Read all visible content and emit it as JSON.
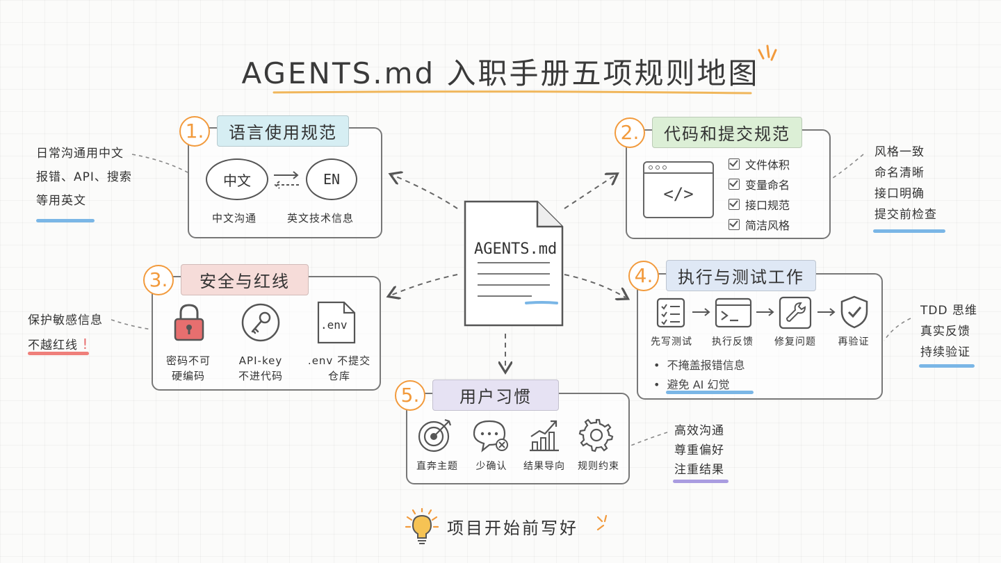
{
  "title": "AGENTS.md 入职手册五项规则地图",
  "center_doc": "AGENTS.md",
  "footer": "项目开始前写好",
  "sections": {
    "s1": {
      "num": "1.",
      "title": "语言使用规范",
      "bubble_left": "中文",
      "bubble_right": "EN",
      "caption_left": "中文沟通",
      "caption_right": "英文技术信息",
      "notes": [
        "日常沟通用中文",
        "报错、API、搜索",
        "等用英文"
      ]
    },
    "s2": {
      "num": "2.",
      "title": "代码和提交规范",
      "code_symbol": "</>",
      "checks": [
        "文件体积",
        "变量命名",
        "接口规范",
        "简洁风格"
      ],
      "notes": [
        "风格一致",
        "命名清晰",
        "接口明确",
        "提交前检查"
      ]
    },
    "s3": {
      "num": "3.",
      "title": "安全与红线",
      "env_label": ".env",
      "captions": [
        [
          "密码不可",
          "硬编码"
        ],
        [
          "API-key",
          "不进代码"
        ],
        [
          ".env 不提交",
          "仓库"
        ]
      ],
      "notes": [
        "保护敏感信息",
        "不越红线"
      ],
      "exclaim": "!"
    },
    "s4": {
      "num": "4.",
      "title": "执行与测试工作",
      "steps": [
        "先写测试",
        "执行反馈",
        "修复问题",
        "再验证"
      ],
      "bullets": [
        "不掩盖报错信息",
        "避免 AI 幻觉"
      ],
      "notes": [
        "TDD 思维",
        "真实反馈",
        "持续验证"
      ]
    },
    "s5": {
      "num": "5.",
      "title": "用户习惯",
      "items": [
        "直奔主题",
        "少确认",
        "结果导向",
        "规则约束"
      ],
      "notes": [
        "高效沟通",
        "尊重偏好",
        "注重结果"
      ]
    }
  },
  "colors": {
    "orange": "#f29a3c",
    "tag1": "#d6eef3",
    "tag2": "#dcefd6",
    "tag3": "#f6dcd9",
    "tag4": "#dfe8f5",
    "tag5": "#e6e2f3",
    "blue_mark": "#7ab6e6",
    "red_mark": "#ef7f7a",
    "purple_mark": "#a99ce0",
    "lock_red": "#e76f6f"
  }
}
